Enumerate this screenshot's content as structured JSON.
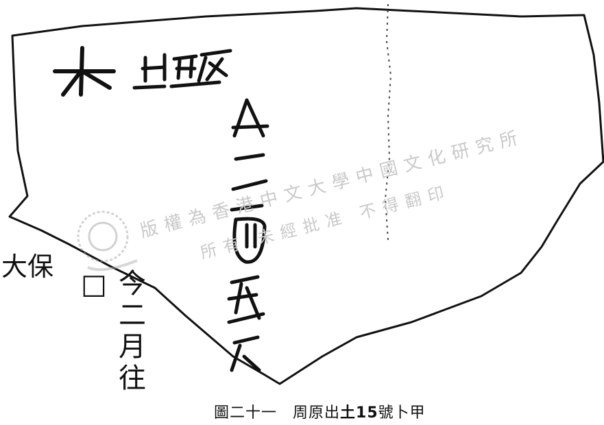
{
  "fragment_left_inscription": [
    "大",
    "保"
  ],
  "transcription_column": [
    "今",
    "二",
    "月",
    "往",
    "□"
  ],
  "watermark": {
    "line1": "版權為香港中文大學中國文化研究所",
    "line2": "所有 未經批准 不得翻印"
  },
  "caption": {
    "part1": "圖二十一　周原出",
    "part2": "土15",
    "part3": "號卜甲"
  }
}
